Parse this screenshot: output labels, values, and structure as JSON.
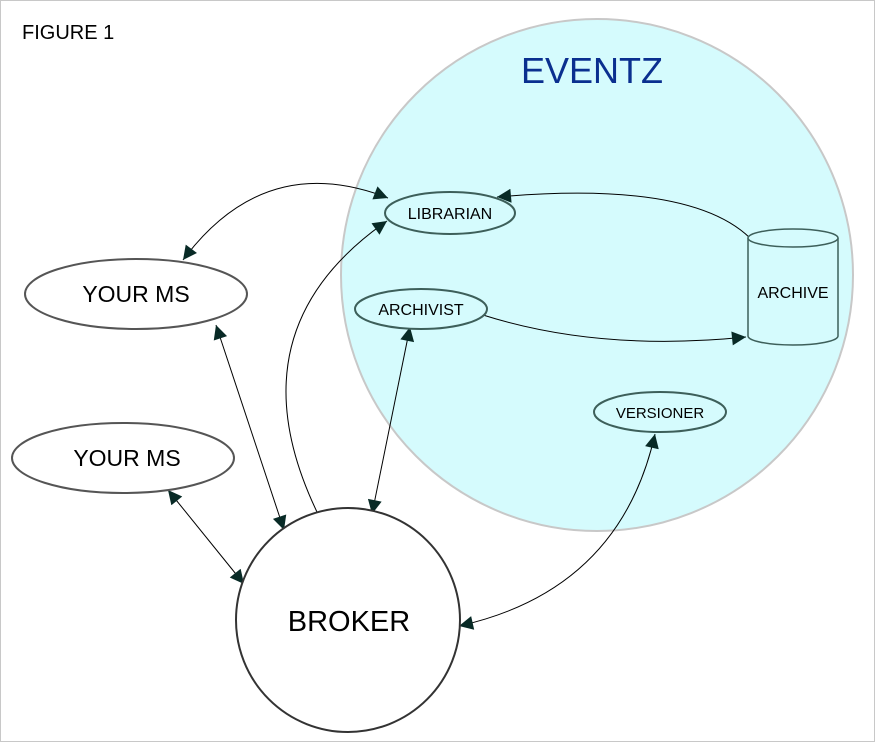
{
  "figure_label": "FIGURE 1",
  "colors": {
    "eventz_fill": "#d5fbfd",
    "eventz_stroke": "#c8c8c8",
    "eventz_title": "#0a2f8f",
    "node_stroke": "#3d5f5a",
    "edge": "#000000",
    "arrowhead": "#082a26"
  },
  "diagram": {
    "eventz": {
      "title": "EVENTZ"
    },
    "nodes": {
      "librarian": "LIBRARIAN",
      "archivist": "ARCHIVIST",
      "versioner": "VERSIONER",
      "archive": "ARCHIVE",
      "your_ms_1": "YOUR MS",
      "your_ms_2": "YOUR MS",
      "broker": "BROKER"
    },
    "edges": [
      {
        "from": "your_ms_1",
        "to": "librarian",
        "direction": "both"
      },
      {
        "from": "archive",
        "to": "librarian",
        "direction": "forward"
      },
      {
        "from": "archivist",
        "to": "archive",
        "direction": "forward"
      },
      {
        "from": "broker",
        "to": "librarian",
        "direction": "forward"
      },
      {
        "from": "your_ms_1",
        "to": "broker",
        "direction": "both"
      },
      {
        "from": "archivist",
        "to": "broker",
        "direction": "both"
      },
      {
        "from": "your_ms_2",
        "to": "broker",
        "direction": "both"
      },
      {
        "from": "versioner",
        "to": "broker",
        "direction": "both"
      }
    ]
  }
}
